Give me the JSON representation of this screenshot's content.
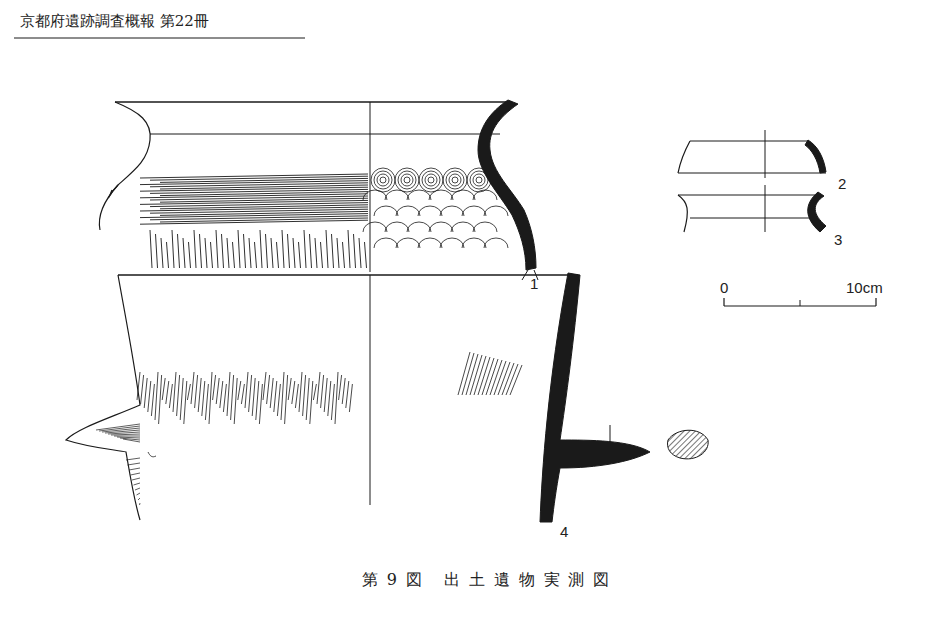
{
  "diagram": {
    "caption": "第9図 出土遺物実測図",
    "labels": [
      "京都府遺跡調査概報 第22冊",
      "1",
      "2",
      "3",
      "4",
      "0",
      "10cm"
    ]
  }
}
